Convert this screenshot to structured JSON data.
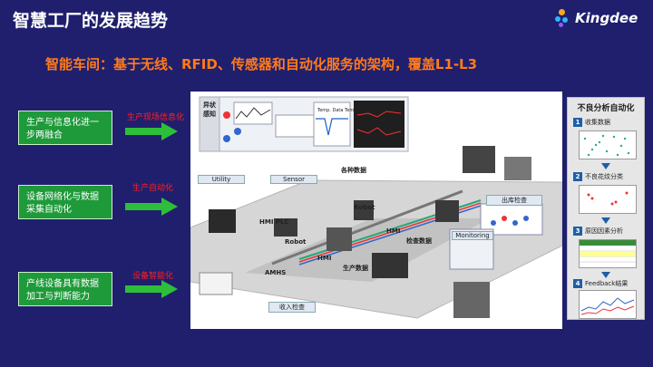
{
  "title": "智慧工厂的发展趋势",
  "brand": {
    "name": "Kingdee",
    "colors": [
      "#f5a623",
      "#2eb5ff",
      "#8b5cf6"
    ]
  },
  "subtitle": "智能车间：基于无线、RFID、传感器和自动化服务的架构，覆盖L1-L3",
  "left_items": [
    {
      "text": "生产与信息化进一步两融合",
      "tag": "生产现场信息化"
    },
    {
      "text": "设备网络化与数据采集自动化",
      "tag": "生产自动化"
    },
    {
      "text": "产线设备具有数据加工与判断能力",
      "tag": "设备智能化"
    }
  ],
  "diagram": {
    "anomaly_label": "异状感知",
    "utility": "Utility",
    "sensor": "Sensor",
    "hmi_plc": "HMI PLC",
    "robot1": "Robot",
    "robot2": "Robot",
    "hmi1": "HMI",
    "hmi2": "HMI",
    "amhs": "AMHS",
    "various_data": "各种数据",
    "outgoing_check": "出库检查",
    "monitoring": "Monitoring",
    "inspection_data": "检查数据",
    "production_data": "生产数据",
    "incoming_check": "收入检查",
    "temp_label": "Temp. Data Temperature"
  },
  "right_panel": {
    "title": "不良分析自动化",
    "steps": [
      {
        "num": "1",
        "label": "收集数据"
      },
      {
        "num": "2",
        "label": "不良花纹分类"
      },
      {
        "num": "3",
        "label": "原因因素分析"
      },
      {
        "num": "4",
        "label": "Feedback结果"
      }
    ]
  }
}
